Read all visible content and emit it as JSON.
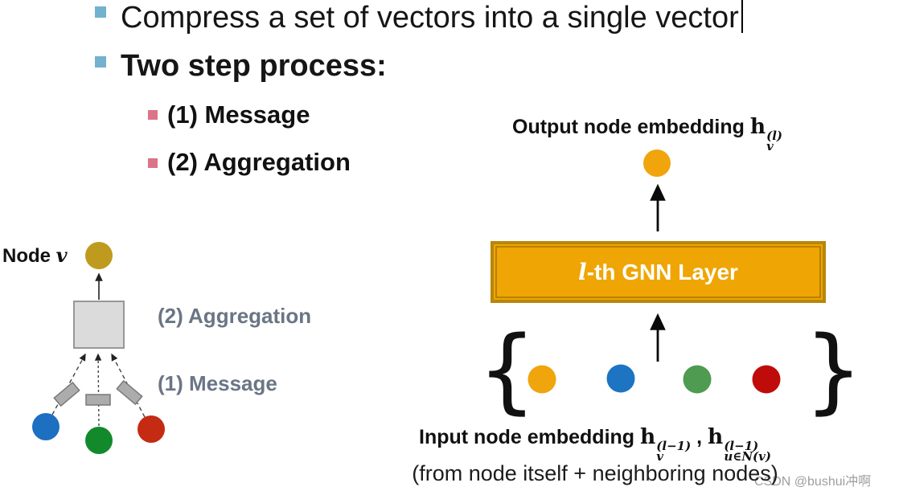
{
  "bullets": {
    "item1": "Compress a set of vectors into a single vector",
    "item2": "Two step process:",
    "sub1": "(1) Message",
    "sub2": "(2) Aggregation"
  },
  "left_diagram": {
    "node_label": "Node ",
    "node_var": "v",
    "step2_label": "(2) Aggregation",
    "step1_label": "(1) Message"
  },
  "right_diagram": {
    "output_label": "Output node embedding ",
    "output_formula": {
      "base": "h",
      "sup": "(l)",
      "sub": "v"
    },
    "gnn_layer_var": "l",
    "gnn_layer_label": "-th GNN Layer",
    "brace_left": "{",
    "brace_right": "}",
    "input_label": "Input node embedding ",
    "formula_self": {
      "base": "h",
      "sup": "(l−1)",
      "sub": "v"
    },
    "formula_sep": " , ",
    "formula_neighbors": {
      "base": "h",
      "sup": "(l−1)",
      "sub": "u∈N(v)"
    },
    "input_caption": "(from node itself + neighboring nodes)"
  },
  "watermark": "CSDN @bushui冲啊",
  "colors": {
    "bullet_blue": "#72B2CF",
    "bullet_pink": "#DB7486",
    "label_slate": "#6A7585",
    "node_gold_dark": "#BE9B1F",
    "node_orange": "#F0A50D",
    "node_blue_left": "#1D6FC1",
    "node_green_left": "#12892B",
    "node_red_left": "#C52A12",
    "node_blue_right": "#1C74C2",
    "node_green_right": "#4E9B51",
    "node_red_right": "#C00B0B",
    "gnn_box_fill": "#EFA503",
    "gnn_box_border": "#B8860B",
    "aggregate_box_fill": "#DBDBDB",
    "message_rect_fill": "#ACACAC"
  }
}
